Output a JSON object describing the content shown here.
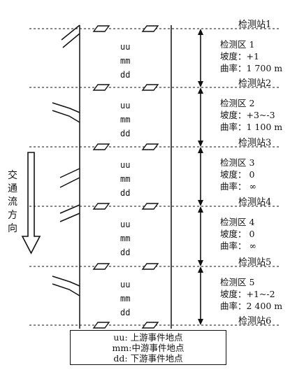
{
  "stations": [
    {
      "label": "检测站1"
    },
    {
      "label": "检测站2"
    },
    {
      "label": "检测站3"
    },
    {
      "label": "检测站4"
    },
    {
      "label": "检测站5"
    },
    {
      "label": "检测站6"
    }
  ],
  "zones": [
    {
      "name": "检测区 1",
      "slope": "坡度：+1",
      "curve": "曲率：1 700 m",
      "markers": [
        "uu",
        "mm",
        "dd"
      ]
    },
    {
      "name": "检测区 2",
      "slope": "坡度：+3~-3",
      "curve": "曲率：1 100 m",
      "markers": [
        "uu",
        "mm",
        "dd"
      ]
    },
    {
      "name": "检测区 3",
      "slope": "坡度： 0",
      "curve": "曲率： ∞",
      "markers": [
        "uu",
        "mm",
        "dd"
      ]
    },
    {
      "name": "检测区 4",
      "slope": "坡度： 0",
      "curve": "曲率： ∞",
      "markers": [
        "uu",
        "mm",
        "dd"
      ]
    },
    {
      "name": "检测区 5",
      "slope": "坡度：+1~-2",
      "curve": "曲率：2 400 m",
      "markers": [
        "uu",
        "mm",
        "dd"
      ]
    }
  ],
  "flow": {
    "chars": [
      "交",
      "通",
      "流",
      "方",
      "向"
    ]
  },
  "legend": {
    "uu": "uu: 上游事件地点",
    "mm": "mm:中游事件地点",
    "dd": "dd: 下游事件地点"
  }
}
